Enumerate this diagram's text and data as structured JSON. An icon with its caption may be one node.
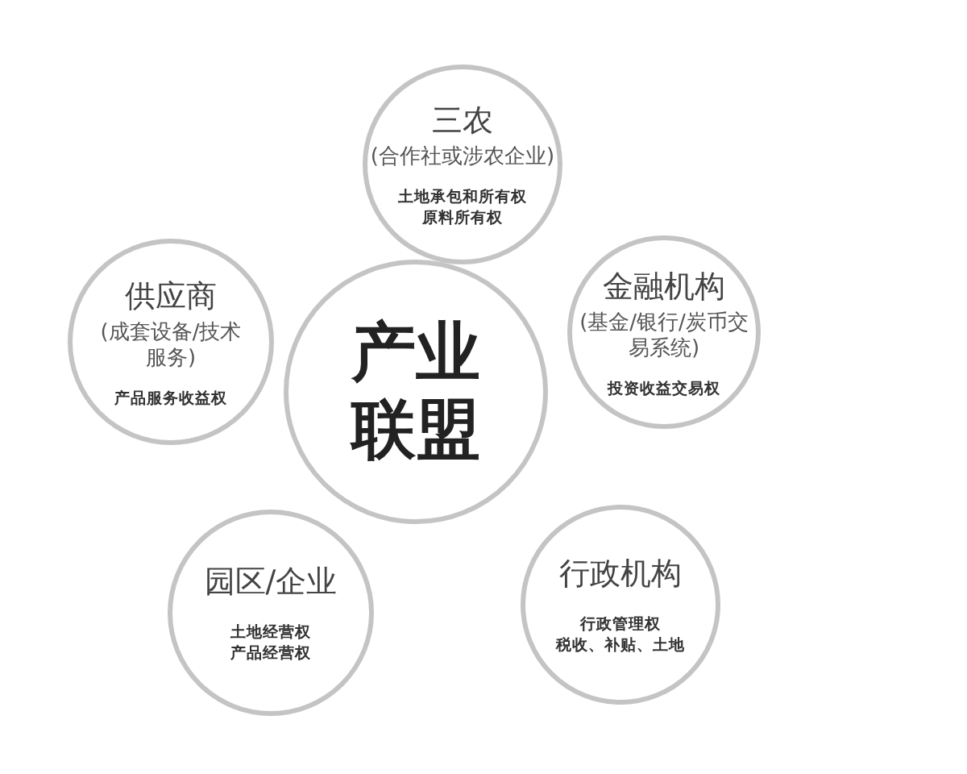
{
  "diagram": {
    "nodes": [
      {
        "text": [
          "产业联盟"
        ]
      },
      {
        "text": [
          "三农",
          "(合作社或涉农企业)",
          "土地承包和所有权",
          "原料所有权"
        ]
      },
      {
        "text": [
          "金融机构",
          "(基金/银行/炭币交易系统)",
          "投资收益交易权"
        ]
      },
      {
        "text": [
          "供应商",
          "(成套设备/技术服务)",
          "产品服务收益权"
        ]
      },
      {
        "text": [
          "园区/企业",
          "土地经营权",
          "产品经营权"
        ]
      },
      {
        "text": [
          "行政机构",
          "行政管理权",
          "税收、补贴、土地"
        ]
      }
    ]
  }
}
